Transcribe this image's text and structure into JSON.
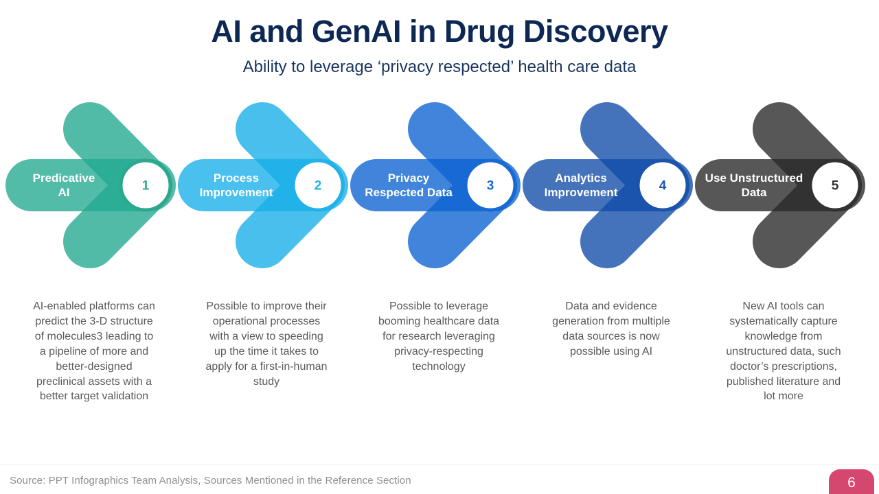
{
  "slide": {
    "title": "AI and GenAI in Drug Discovery",
    "subtitle": "Ability to leverage ‘privacy respected’ health care data",
    "footer": "Source: PPT Infographics Team Analysis, Sources Mentioned in the Reference Section",
    "page_number": "6",
    "background_color": "#ffffff",
    "title_color": "#0e2854",
    "description_color": "#595a5c",
    "footer_color": "#8d8f92",
    "badge_color": "#d5476e"
  },
  "steps": [
    {
      "number": "1",
      "label": "Predicative\nAI",
      "base_color": "#21a98f",
      "ring_color": "#2ba88e",
      "description": "AI-enabled platforms can predict the 3-D structure of molecules3 leading to a pipeline of more and better-designed preclinical assets with a better target validation"
    },
    {
      "number": "2",
      "label": "Process\nImprovement",
      "base_color": "#16aee9",
      "ring_color": "#22b2ea",
      "description": "Possible to improve their operational processes with a view to speeding up the time it takes to apply for a first-in-human study"
    },
    {
      "number": "3",
      "label": "Privacy\nRespected Data",
      "base_color": "#0b62d1",
      "ring_color": "#176ad3",
      "description": "Possible to leverage booming healthcare data for research leveraging privacy-respecting technology"
    },
    {
      "number": "4",
      "label": "Analytics\nImprovement",
      "base_color": "#104ba8",
      "ring_color": "#1c54ac",
      "description": "Data and evidence generation from multiple data sources is now possible using AI"
    },
    {
      "number": "5",
      "label": "Use Unstructured\nData",
      "base_color": "#282828",
      "ring_color": "#323232",
      "description": "New AI tools can systematically capture knowledge from unstructured data, such doctor’s prescriptions, published literature and lot more"
    }
  ]
}
